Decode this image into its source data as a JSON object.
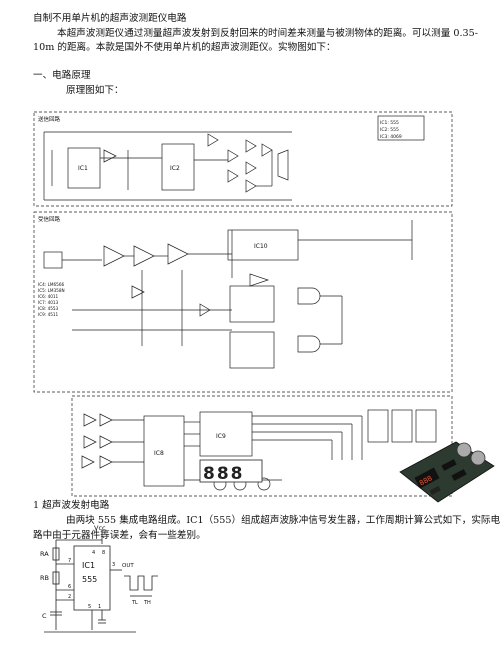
{
  "doc": {
    "title": "自制不用单片机的超声波测距仪电路",
    "intro_line1": "本超声波测距仪通过测量超声波发射到反射回来的时间差来测量与被测物体的距离。可以测量 0.35-",
    "intro_line2": "10m 的距离。本款是国外不使用单片机的超声波测距仪。实物图如下：",
    "section1_heading": "一、电路原理",
    "section1_sub": "原理图如下：",
    "section2_heading": "1  超声波发射电路",
    "section2_body_line1": "由两块 555 集成电路组成。IC1（555）组成超声波脉冲信号发生器，工作周期计算公式如下，实际电",
    "section2_body_line2": "路中由于元器件等误差，会有一些差别。"
  },
  "schematic": {
    "block_tx": "送信回路",
    "block_rx": "受信回路",
    "ic1": "IC1",
    "ic2": "IC2",
    "ic8": "IC8",
    "ic9": "IC9",
    "ic10": "IC10",
    "display": "888",
    "legend1": "IC1: 555",
    "legend2": "IC2: 555",
    "legend3": "IC3: 4069",
    "ic_list": [
      "IC4: LM6566",
      "IC5: LM358N",
      "IC6: 4011",
      "IC7: 4013",
      "IC8: 4553",
      "IC9: 4511"
    ]
  },
  "diagram555": {
    "vcc": "Vcc",
    "ra": "RA",
    "rb": "RB",
    "c": "C",
    "ic": "IC1",
    "part": "555",
    "out": "OUT",
    "tl": "TL",
    "th": "TH",
    "pins": [
      "4",
      "8",
      "7",
      "6",
      "2",
      "5",
      "1",
      "3"
    ]
  }
}
